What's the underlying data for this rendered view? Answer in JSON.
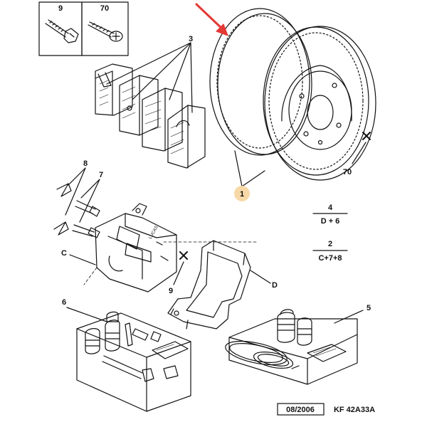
{
  "inset_labels": {
    "left": "9",
    "right": "70"
  },
  "callouts": {
    "disc": "1",
    "pads": "3",
    "disc_screw": "70",
    "guide_pins": "7",
    "bleed_screws": "8",
    "caliper": "C",
    "bracket": "D",
    "bracket_bolt": "9",
    "kit_left": "6",
    "kit_right": "5"
  },
  "formulas": [
    {
      "numerator": "4",
      "denominator": "D + 6"
    },
    {
      "numerator": "2",
      "denominator": "C+7+8"
    }
  ],
  "caliper_text": "LUCAS",
  "footer": {
    "date": "08/2006",
    "reference": "KF 42A33A"
  },
  "colors": {
    "line": "#111111",
    "arrow": "#e53935",
    "highlight": "#f7d9a8",
    "paper": "#ffffff"
  }
}
